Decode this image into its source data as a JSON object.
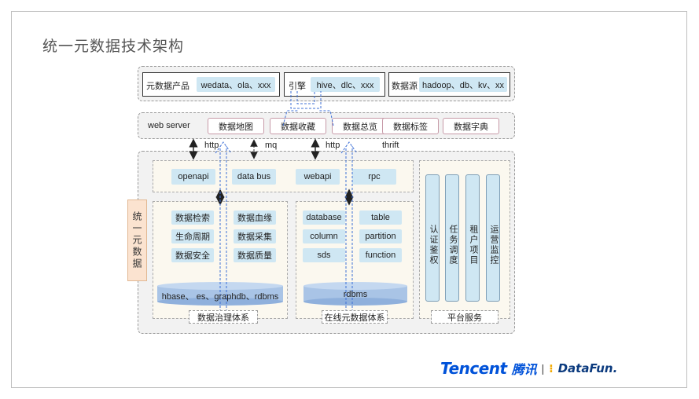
{
  "title": "统一元数据技术架构",
  "top_row": {
    "product_label": "元数据产品",
    "product_value": "wedata、ola、xxx",
    "engine_label": "引擎",
    "engine_value": "hive、dlc、xxx",
    "source_label": "数据源",
    "source_value": "hadoop、db、kv、xx"
  },
  "web_server": {
    "label": "web server",
    "tags": [
      "数据地图",
      "数据收藏",
      "数据总览",
      "数据标签",
      "数据字典"
    ]
  },
  "protocols": {
    "http1": "http",
    "mq": "mq",
    "http2": "http",
    "thrift": "thrift"
  },
  "side_label": "统一元数据",
  "api_row": [
    "openapi",
    "data bus",
    "webapi",
    "rpc"
  ],
  "governance": {
    "items": [
      "数据检索",
      "数据血缘",
      "生命周期",
      "数据采集",
      "数据安全",
      "数据质量"
    ],
    "storage": "hbase、 es、graphdb、rdbms",
    "caption": "数据治理体系"
  },
  "online": {
    "items": [
      "database",
      "table",
      "column",
      "partition",
      "sds",
      "function"
    ],
    "storage": "rdbms",
    "caption": "在线元数据体系"
  },
  "platform": {
    "columns": [
      "认证鉴权",
      "任务调度",
      "租户项目",
      "运营监控"
    ],
    "caption": "平台服务"
  },
  "logos": {
    "tencent": "Tencent",
    "tencent_cn": "腾讯",
    "separator": "|",
    "datafun": "DataFun."
  },
  "colors": {
    "pill": "#cfe7f3",
    "tag_border": "#c79aa8",
    "side": "#fbe3d0",
    "arrow_blue": "#3c6fd6"
  }
}
